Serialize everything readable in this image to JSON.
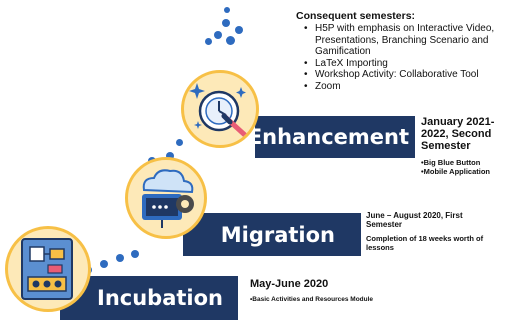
{
  "consequent": {
    "heading": "Consequent semesters:",
    "items": [
      "H5P with emphasis on Interactive Video, Presentations, Branching Scenario and Gamification",
      "LaTeX Importing",
      "Workshop Activity: Collaborative Tool",
      "Zoom"
    ]
  },
  "stages": {
    "enhancement": {
      "label": "Enhancement",
      "date_line1": "January 2021-",
      "date_line2": "2022, Second",
      "date_line3": "Semester",
      "notes": [
        "•Big Blue Button",
        "•Mobile Application"
      ]
    },
    "migration": {
      "label": "Migration",
      "date_line1": "June – August 2020, First",
      "date_line2": "Semester",
      "note_line1": "Completion of 18 weeks worth of",
      "note_line2": "lessons"
    },
    "incubation": {
      "label": "Incubation",
      "date": "May-June 2020",
      "note": "•Basic Activities and Resources Module"
    }
  },
  "colors": {
    "bar": "#1f3864",
    "dots": "#2e6bbf",
    "ring_border": "#f7c046",
    "ring_fill": "#fde9b8"
  },
  "icons": [
    "magic-wand-clock-icon",
    "cloud-computer-gear-icon",
    "circuit-board-icon"
  ]
}
